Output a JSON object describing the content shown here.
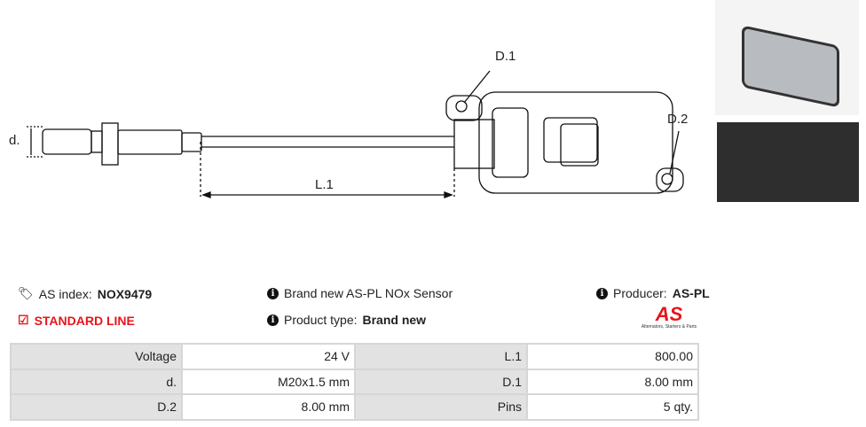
{
  "diagram": {
    "labels": {
      "d": "d.",
      "l1": "L.1",
      "d1": "D.1",
      "d2": "D.2"
    }
  },
  "info": {
    "as_index_label": "AS index:",
    "as_index_value": "NOX9479",
    "line": "STANDARD LINE",
    "description": "Brand new AS-PL NOx Sensor",
    "product_type_label": "Product type:",
    "product_type_value": "Brand new",
    "producer_label": "Producer:",
    "producer_value": "AS-PL",
    "logo_text": "AS",
    "logo_tagline": "Alternators, Starters & Parts"
  },
  "specs": [
    [
      {
        "label": "Voltage",
        "value": "24 V"
      },
      {
        "label": "L.1",
        "value": "800.00"
      }
    ],
    [
      {
        "label": "d.",
        "value": "M20x1.5 mm"
      },
      {
        "label": "D.1",
        "value": "8.00 mm"
      }
    ],
    [
      {
        "label": "D.2",
        "value": "8.00 mm"
      },
      {
        "label": "Pins",
        "value": "5 qty."
      }
    ]
  ],
  "colors": {
    "accent": "#e8141b"
  }
}
